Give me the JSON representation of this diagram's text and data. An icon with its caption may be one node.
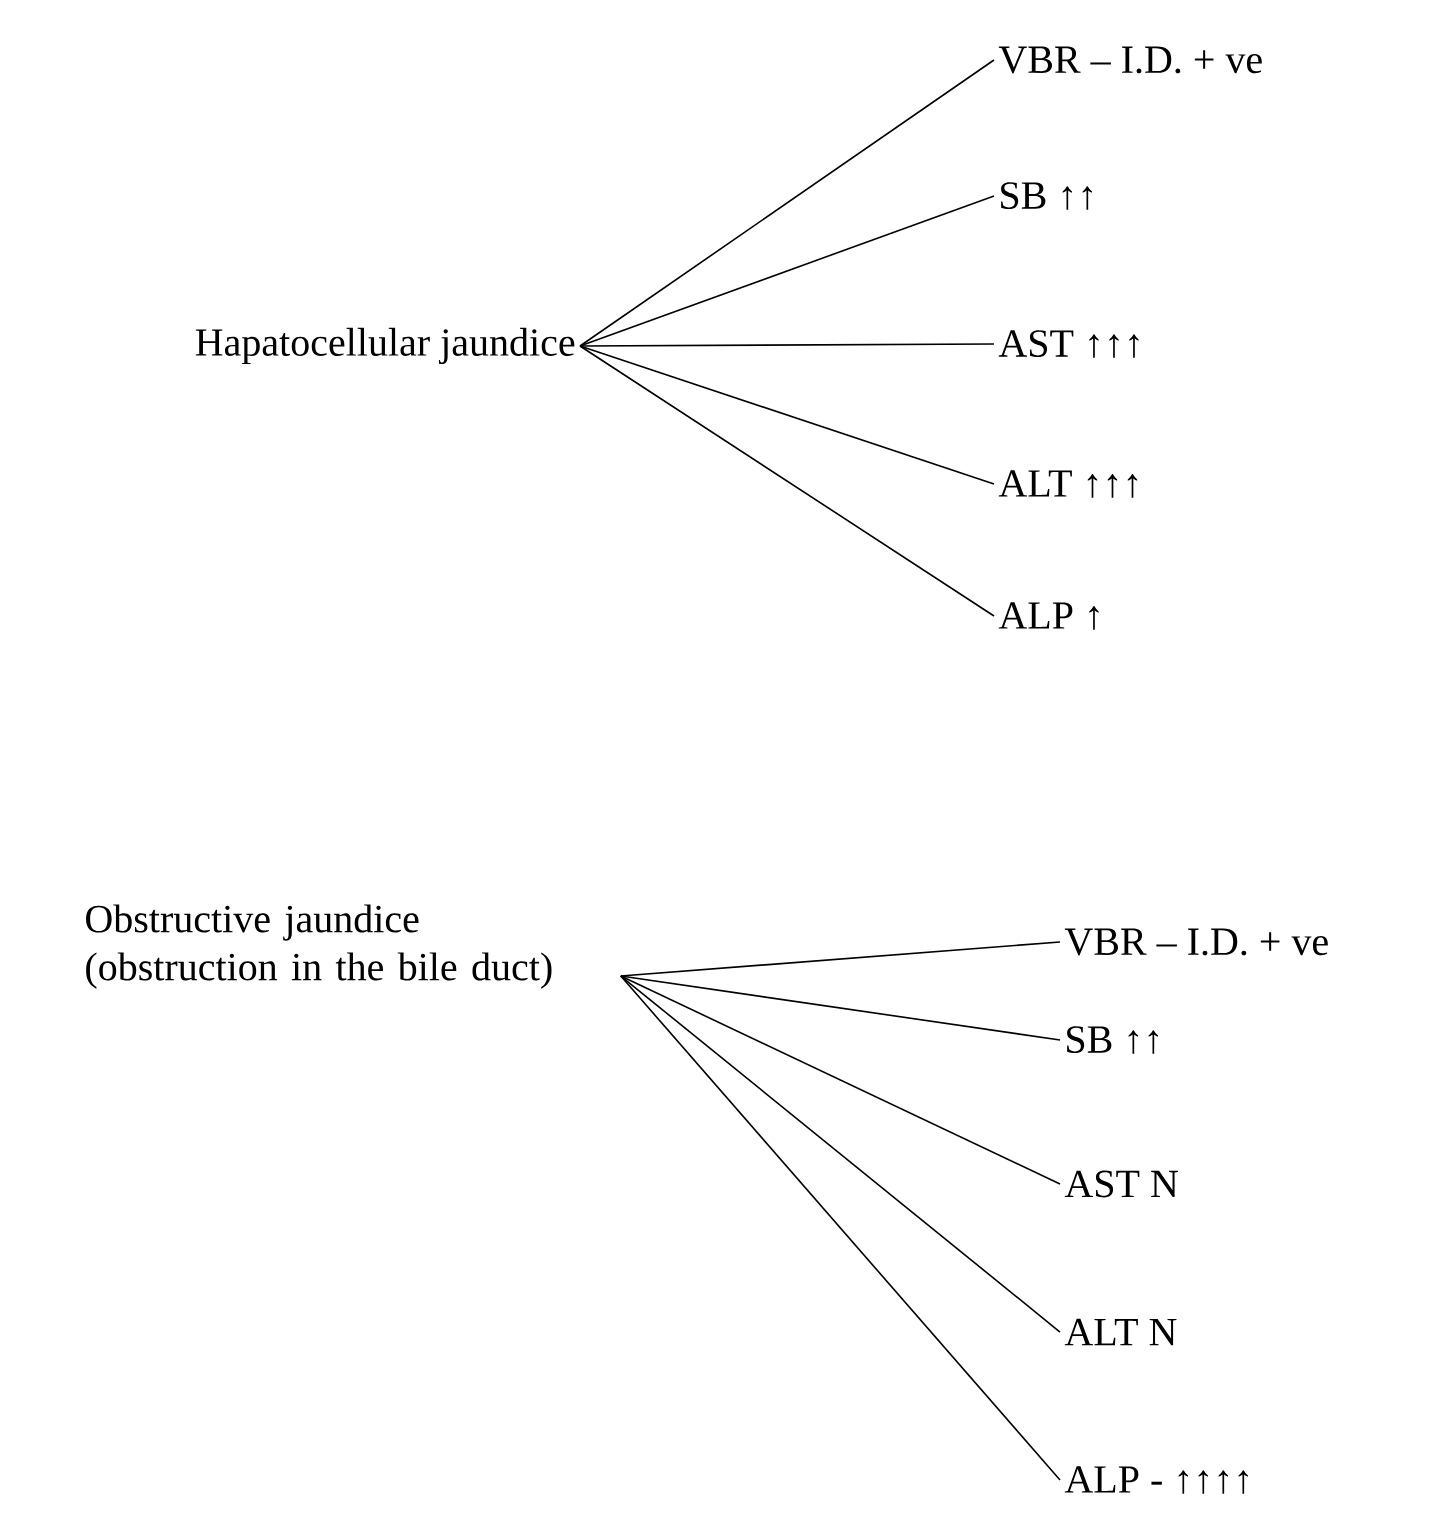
{
  "diagram": {
    "nodes": [
      {
        "text": [
          "Hapatocellular jaundice"
        ]
      },
      {
        "text": [
          "VBR – I.D. + ve"
        ]
      },
      {
        "text": [
          "SB  ↑↑"
        ]
      },
      {
        "text": [
          "AST  ↑↑↑"
        ]
      },
      {
        "text": [
          "ALT  ↑↑↑"
        ]
      },
      {
        "text": [
          "ALP ↑"
        ]
      },
      {
        "text": [
          "Obstructive jaundice (obstruction in the bile duct)"
        ]
      },
      {
        "text": [
          "VBR – I.D. + ve"
        ]
      },
      {
        "text": [
          "SB ↑↑"
        ]
      },
      {
        "text": [
          "AST N"
        ]
      },
      {
        "text": [
          "ALT N"
        ]
      },
      {
        "text": [
          "ALP - ↑↑↑↑"
        ]
      }
    ],
    "edges": [
      {
        "from": 0,
        "to": 1,
        "arrow": "none"
      },
      {
        "from": 0,
        "to": 2,
        "arrow": "none"
      },
      {
        "from": 0,
        "to": 3,
        "arrow": "none"
      },
      {
        "from": 0,
        "to": 4,
        "arrow": "none"
      },
      {
        "from": 0,
        "to": 5,
        "arrow": "none"
      },
      {
        "from": 6,
        "to": 7,
        "arrow": "none"
      },
      {
        "from": 6,
        "to": 8,
        "arrow": "none"
      },
      {
        "from": 6,
        "to": 9,
        "arrow": "none"
      },
      {
        "from": 6,
        "to": 10,
        "arrow": "none"
      },
      {
        "from": 6,
        "to": 11,
        "arrow": "none"
      }
    ]
  }
}
